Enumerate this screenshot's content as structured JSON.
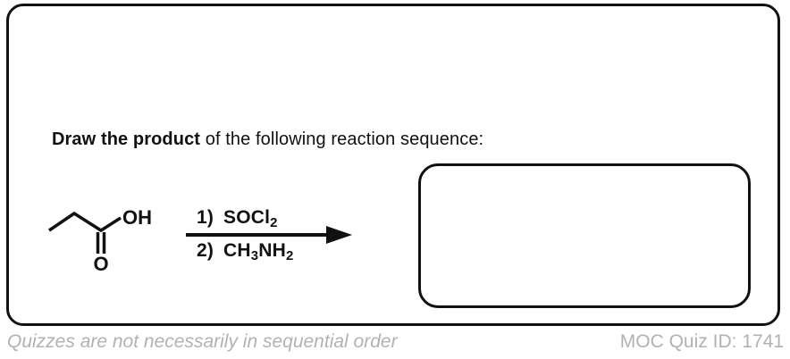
{
  "colors": {
    "ink": "#111111",
    "muted_gray": "#b2b2b2",
    "background": "#ffffff"
  },
  "instruction": {
    "bold": "Draw the product",
    "rest": " of the following reaction sequence:"
  },
  "scheme": {
    "reactant": {
      "structure_name": "propanoic-acid-skeletal",
      "hydroxyl_label": "OH",
      "carbonyl_oxygen_label": "O"
    },
    "reagents": {
      "step1_number": "1)",
      "step1_formula_main": "SOCl",
      "step1_formula_sub": "2",
      "step2_number": "2)",
      "step2_part1": "CH",
      "step2_sub1": "3",
      "step2_part2": "NH",
      "step2_sub2": "2"
    }
  },
  "footer": {
    "note": "Quizzes are not necessarily in sequential order",
    "quiz_id": "MOC Quiz ID: 1741"
  }
}
